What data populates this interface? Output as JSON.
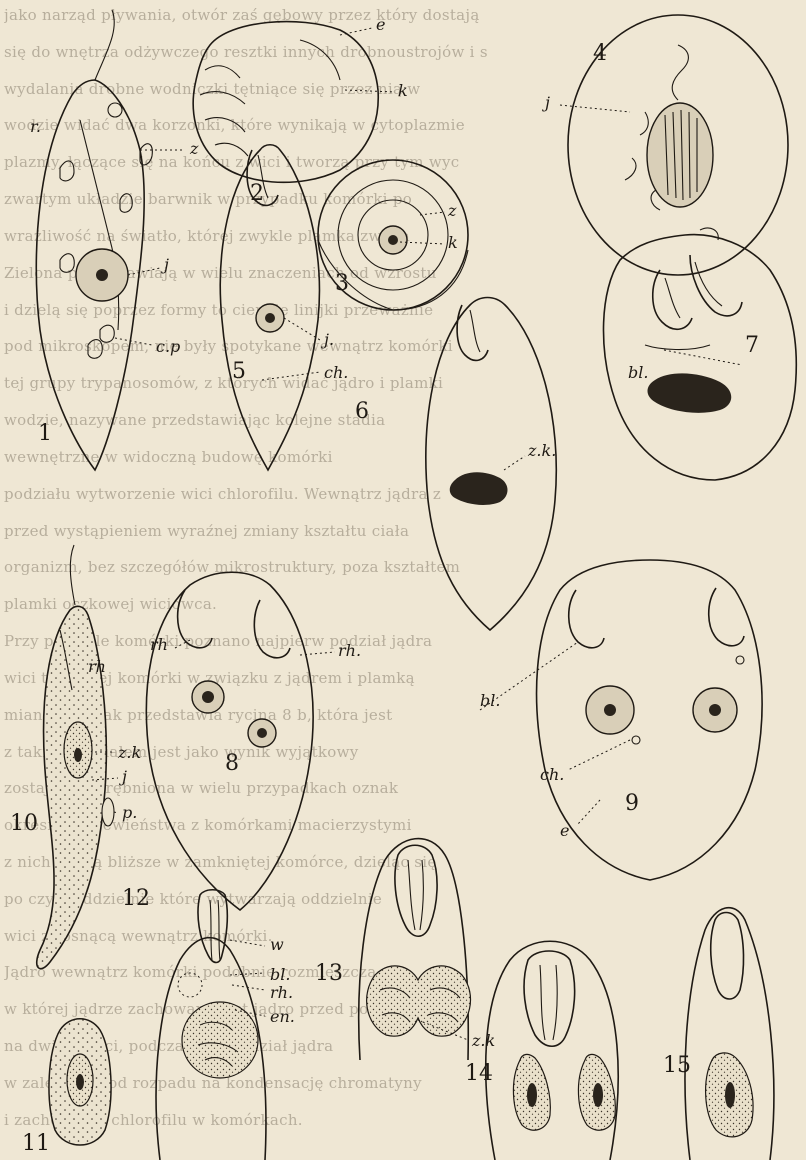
{
  "background_text": [
    "jako narząd pływania, otwór zaś gębowy przez który dostają",
    "się do wnętrza odżywczego resztki innych drobnoustrojów i s",
    "wydalania drobne wodniczki tętniące się przez nią w",
    "wodzie widać dwa korzonki, które wynikają w cytoplazmie",
    "plazmy, łączące się na końcu z wici i tworzą przy tym wyc",
    "zwartym układzie barwnik w przypadku komórki po",
    "wrażliwość na światło, której zwykle plamka zwana",
    "Zielona przedstawiają w wielu znaczeniach od wzrostu",
    "i dzielą się poprzez formy to cienkie linijki przeważnie",
    "pod mikroskopem, nie były spotykane wewnątrz komórki",
    "tej grupy trypanosomów, z których widać jądro i plamki",
    "wodzie, nazywane przedstawiając kolejne stadia",
    "wewnętrzne w widoczną budowę komórki",
    "podziału wytworzenie wici chlorofilu. Wewnątrz jądra z",
    "przed wystąpieniem wyraźnej zmiany kształtu ciała",
    "organizm, bez szczegółów mikrostruktury, poza kształtem",
    "plamki oczkowej wiciowca.",
    "Przy podziale komórki poznano najpierw podział jądra",
    "wici tej samej komórki w związku z jądrem i plamką",
    "mianowicie jak przedstawia rycina 8 b, która jest",
    "z takim podziałem jest jako wynik wyjątkowy",
    "zostaje wyodrębniona w wielu przypadkach oznak",
    "okresie pokrewieństwa z komórkami macierzystymi",
    "z nich nie są bliższe w zamkniętej komórce, dzieląc się",
    "po czym oddzielnie które wytwarzają oddzielnie",
    "wici z rosnącą wewnątrz komórki.",
    "Jądro wewnątrz komórki podobnie rozmieszcza się",
    "w której jądrze zachowane jest jądro przed podziałem",
    "na dwie części, podczas gdy podział jądra",
    "w zależności od rozpadu na kondensację chromatyny",
    "i zachowanie chlorofilu w komórkach."
  ],
  "figures": [
    {
      "id": "1",
      "num": "1"
    },
    {
      "id": "2",
      "num": "2"
    },
    {
      "id": "3",
      "num": "3"
    },
    {
      "id": "4",
      "num": "4"
    },
    {
      "id": "5",
      "num": "5"
    },
    {
      "id": "6",
      "num": "6"
    },
    {
      "id": "7",
      "num": "7"
    },
    {
      "id": "8",
      "num": "8"
    },
    {
      "id": "9",
      "num": "9"
    },
    {
      "id": "10",
      "num": "10"
    },
    {
      "id": "11",
      "num": "11"
    },
    {
      "id": "12",
      "num": "12"
    },
    {
      "id": "13",
      "num": "13"
    },
    {
      "id": "14",
      "num": "14"
    },
    {
      "id": "15",
      "num": "15"
    }
  ],
  "labels": {
    "f1_r": "r.",
    "f1_z": "z",
    "f1_j": "j",
    "f1_cp": "c.p",
    "f2_e": "e",
    "f2_k": "k",
    "f3_z": "z",
    "f3_k": "k",
    "f4_j": "j",
    "f5_j": "j.",
    "f5_ch": "ch.",
    "f6_zk": "z.k.",
    "f7_bl": "bl.",
    "f8_rh_left": "rh",
    "f8_rh_right": "rh.",
    "f9_bl": "bl.",
    "f9_ch": "ch.",
    "f9_e": "e",
    "f10_rh": "rh",
    "f10_zk": "z.k",
    "f10_j": "j",
    "f10_p": "p.",
    "f13_zk": "z.k",
    "f12_w": "w",
    "f12_bl": "bl.",
    "f12_rh": "rh.",
    "f12_en": "en."
  }
}
